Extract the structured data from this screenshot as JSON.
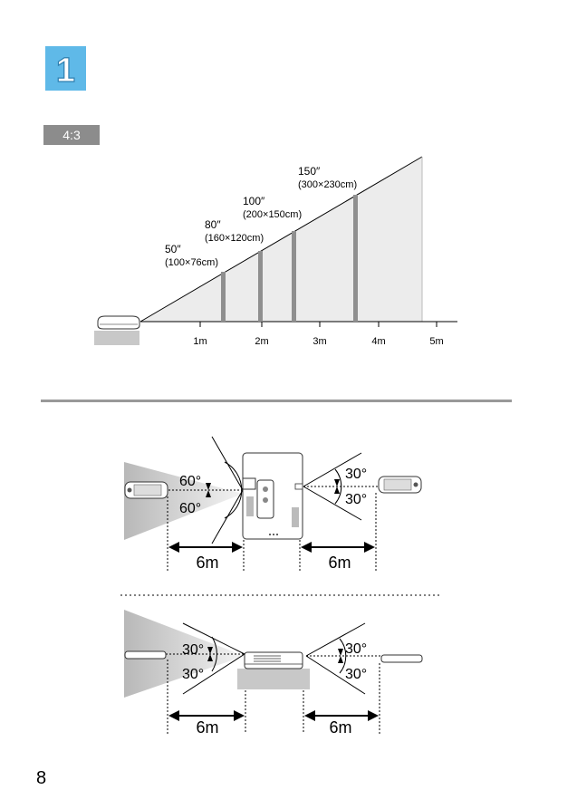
{
  "step": {
    "number": "1"
  },
  "aspect": {
    "label": "4:3"
  },
  "chart": {
    "sizes": [
      {
        "diag": "50″",
        "dims": "(100×76cm)"
      },
      {
        "diag": "80″",
        "dims": "(160×120cm)"
      },
      {
        "diag": "100″",
        "dims": "(200×150cm)"
      },
      {
        "diag": "150″",
        "dims": "(300×230cm)"
      }
    ],
    "distance_ticks": [
      "1m",
      "2m",
      "3m",
      "4m",
      "5m"
    ]
  },
  "remote_top": {
    "angle_front_up": "60°",
    "angle_front_down": "60°",
    "angle_rear_up": "30°",
    "angle_rear_down": "30°",
    "dist_front": "6m",
    "dist_rear": "6m"
  },
  "remote_side": {
    "angle_front_up": "30°",
    "angle_front_down": "30°",
    "angle_rear_up": "30°",
    "angle_rear_down": "30°",
    "dist_front": "6m",
    "dist_rear": "6m"
  },
  "page": {
    "number": "8"
  }
}
